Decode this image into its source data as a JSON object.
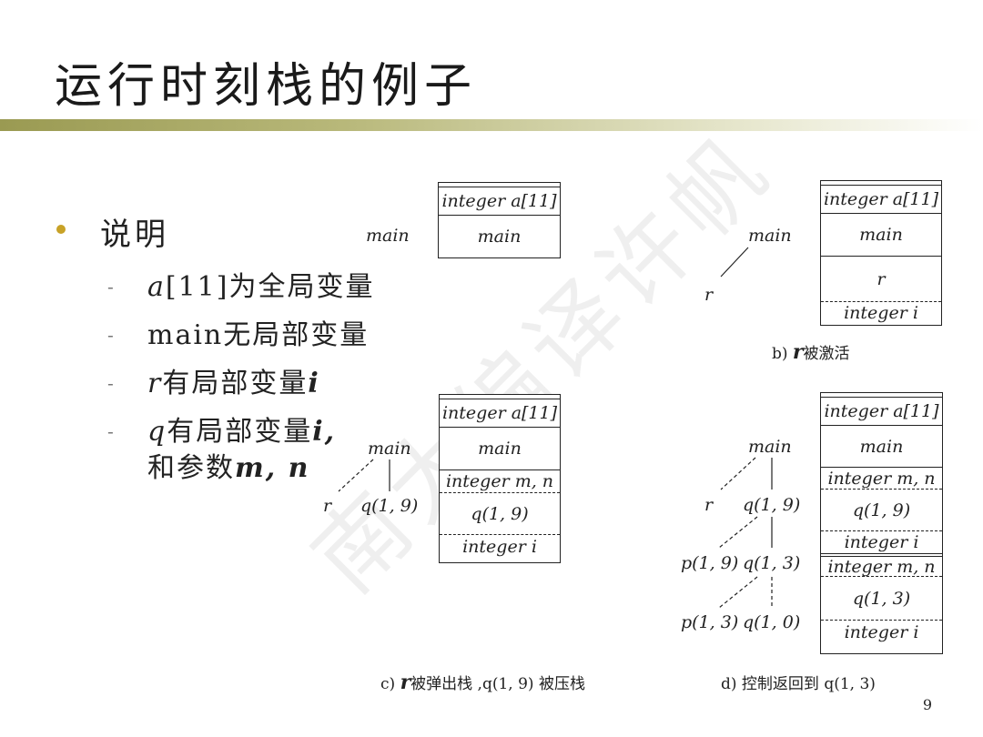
{
  "title": "运行时刻栈的例子",
  "bullet": {
    "main": "说明",
    "items": [
      {
        "var": "a",
        "text": "[11]为全局变量"
      },
      {
        "var": "",
        "text": "main无局部变量"
      },
      {
        "var": "r",
        "text": "有局部变量",
        "tail": "i"
      },
      {
        "var": "q",
        "text": "有局部变量",
        "tail": "i,"
      }
    ],
    "cont_prefix": "和参数",
    "cont_vars": "m, n"
  },
  "watermark": "南大编译许帆",
  "diagram_a": {
    "label_main": "main",
    "stack": [
      "integer a[11]",
      "main"
    ]
  },
  "diagram_b": {
    "label_main": "main",
    "label_r": "r",
    "stack": [
      "integer a[11]",
      "main",
      "r",
      "integer i"
    ],
    "caption_prefix": "b)",
    "caption_r": "r",
    "caption_text": "被激活"
  },
  "diagram_c": {
    "label_main": "main",
    "label_r": "r",
    "label_q": "q(1, 9)",
    "stack": [
      "integer a[11]",
      "main",
      "integer m, n",
      "q(1, 9)",
      "integer i"
    ],
    "caption_prefix": "c)",
    "caption_r": "r",
    "caption_text": "被弹出栈 ,q(1, 9) 被压栈"
  },
  "diagram_d": {
    "label_main": "main",
    "label_r": "r",
    "label_q19": "q(1, 9)",
    "label_p19": "p(1, 9)",
    "label_q13": "q(1, 3)",
    "label_p13": "p(1, 3)",
    "label_q10": "q(1, 0)",
    "stack": [
      "integer a[11]",
      "main",
      "integer m, n",
      "q(1, 9)",
      "integer i",
      "integer m, n",
      "q(1, 3)",
      "integer i"
    ],
    "caption": "d) 控制返回到 q(1, 3)"
  },
  "page_number": "9"
}
